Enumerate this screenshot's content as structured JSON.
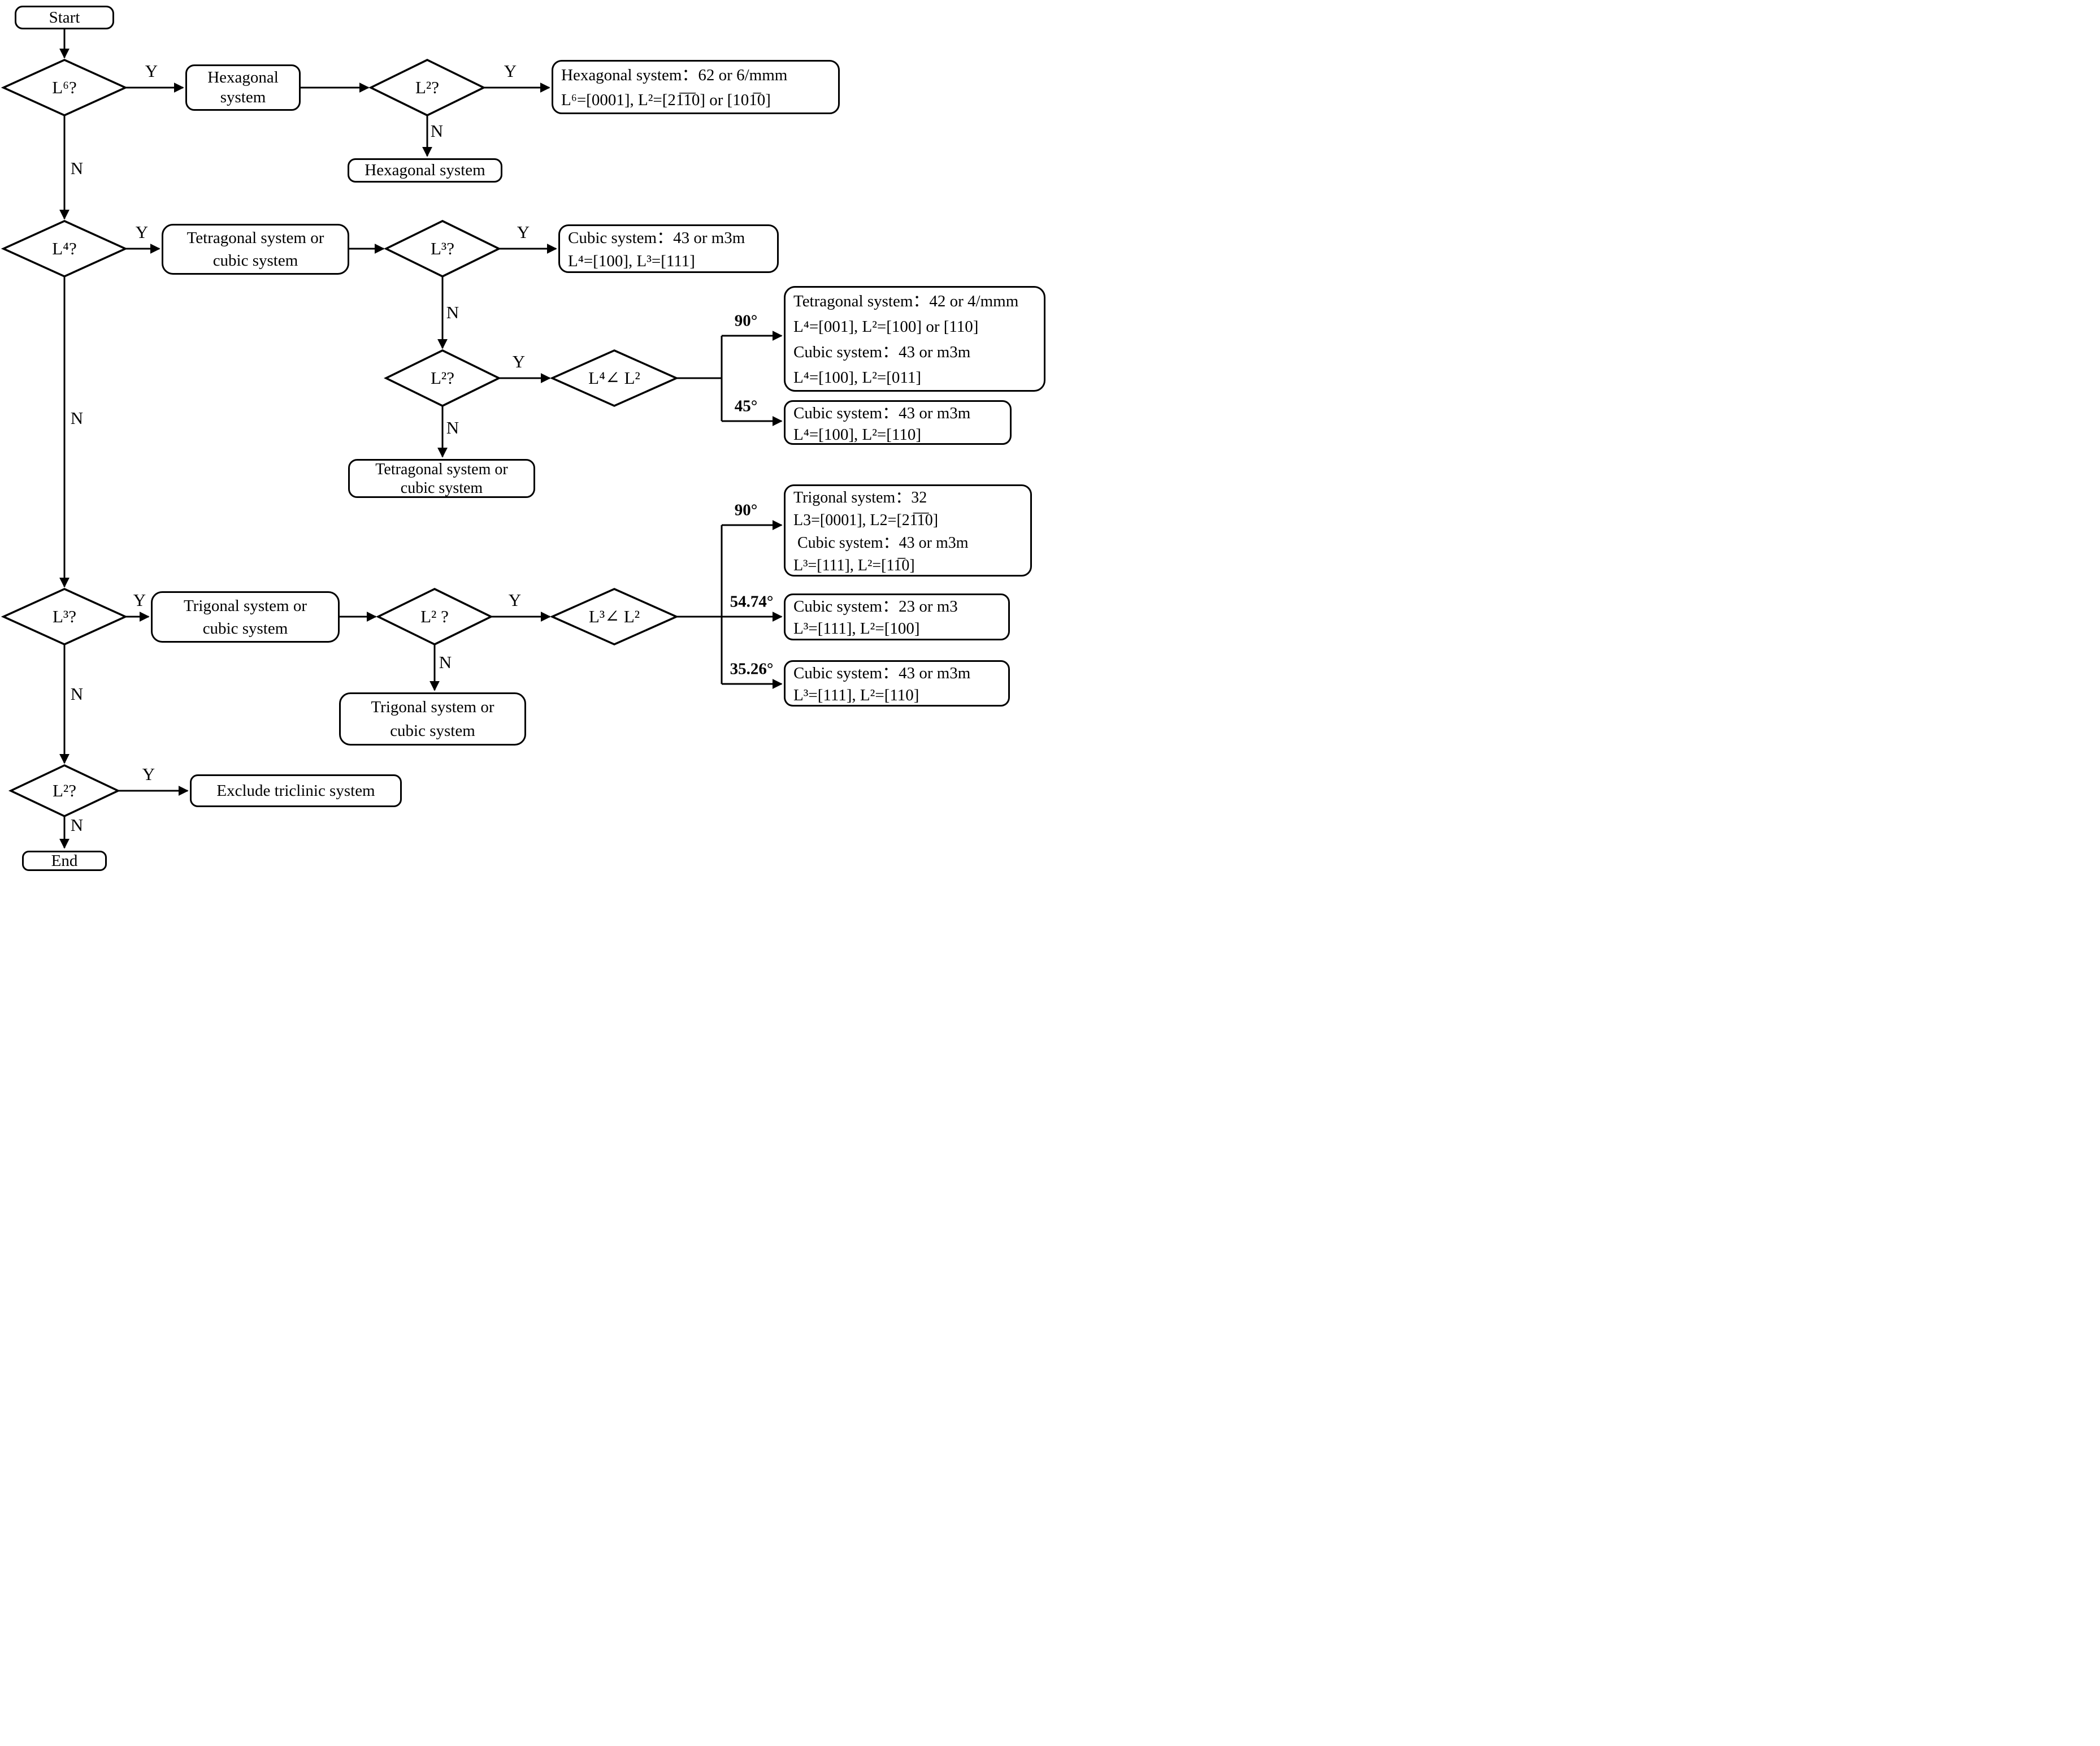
{
  "nodes": {
    "start": {
      "label": "Start"
    },
    "end": {
      "label": "End"
    },
    "d_l6": {
      "label": "L⁶?"
    },
    "d_l2_row1": {
      "label": "L²?"
    },
    "d_l4": {
      "label": "L⁴?"
    },
    "d_l3_row2": {
      "label": "L³?"
    },
    "d_l2_row2": {
      "label": "L²?"
    },
    "d_l4_angle_l2": {
      "label": "L⁴∠ L²"
    },
    "d_l3_row3": {
      "label": "L³?"
    },
    "d_l2_row3": {
      "label": "L² ?"
    },
    "d_l3_angle_l2": {
      "label": "L³∠ L²"
    },
    "d_l2_row4": {
      "label": "L²?"
    },
    "hex_box": {
      "lines": [
        "Hexagonal",
        "system"
      ]
    },
    "hex_result": {
      "lines": [
        "Hexagonal system：62 or 6/mmm",
        "L⁶=[0001], L²=[21̅1̅0] or [101̅0]"
      ]
    },
    "hex_n": {
      "lines": [
        "Hexagonal system"
      ]
    },
    "tet_cubic": {
      "lines": [
        "Tetragonal system or",
        "cubic system"
      ]
    },
    "cubic_43_l4l3": {
      "lines": [
        "Cubic system：43 or m3m",
        "L⁴=[100], L³=[111]"
      ]
    },
    "tet_42": {
      "lines": [
        "Tetragonal system：42 or 4/mmm",
        "L⁴=[001], L²=[100] or [110]",
        "Cubic system：43 or m3m",
        "L⁴=[100], L²=[011]"
      ]
    },
    "cubic_43_45": {
      "lines": [
        "Cubic system：43 or m3m",
        "L⁴=[100], L²=[110]"
      ]
    },
    "tet_cubic_n": {
      "lines": [
        "Tetragonal system or",
        "cubic system"
      ]
    },
    "trig_cubic": {
      "lines": [
        "Trigonal system or",
        "cubic system"
      ]
    },
    "trig_32": {
      "lines": [
        "Trigonal system：32",
        "L3=[0001], L2=[21̅1̅0]",
        " Cubic system：43 or m3m",
        "L³=[111], L²=[11̅0]"
      ]
    },
    "cubic_23": {
      "lines": [
        "Cubic system：23 or m3",
        "L³=[111], L²=[100]"
      ]
    },
    "cubic_43_3526": {
      "lines": [
        "Cubic system：43 or m3m",
        "L³=[111], L²=[110]"
      ]
    },
    "trig_cubic_n": {
      "lines": [
        "Trigonal system or",
        "cubic system"
      ]
    },
    "exclude": {
      "lines": [
        "Exclude triclinic system"
      ]
    }
  },
  "edge_labels": {
    "yes": "Y",
    "no": "N",
    "angle_90": "90°",
    "angle_45": "45°",
    "angle_54_74": "54.74°",
    "angle_35_26": "35.26°"
  },
  "colors": {
    "stroke": "#000000",
    "background": "#ffffff"
  }
}
